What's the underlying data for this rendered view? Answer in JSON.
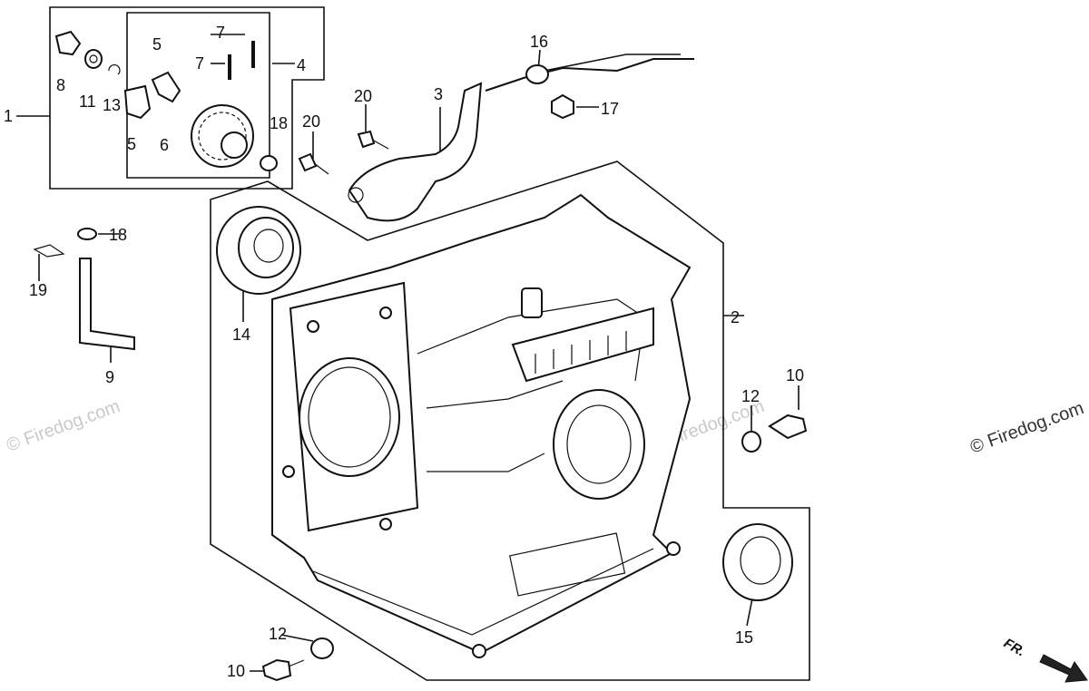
{
  "watermark": "© Firedog.com",
  "direction_label": "FR.",
  "callouts": [
    "1",
    "2",
    "3",
    "4",
    "5",
    "5",
    "6",
    "7",
    "7",
    "8",
    "9",
    "10",
    "10",
    "11",
    "12",
    "12",
    "13",
    "14",
    "15",
    "16",
    "17",
    "18",
    "18",
    "19",
    "20",
    "20"
  ]
}
